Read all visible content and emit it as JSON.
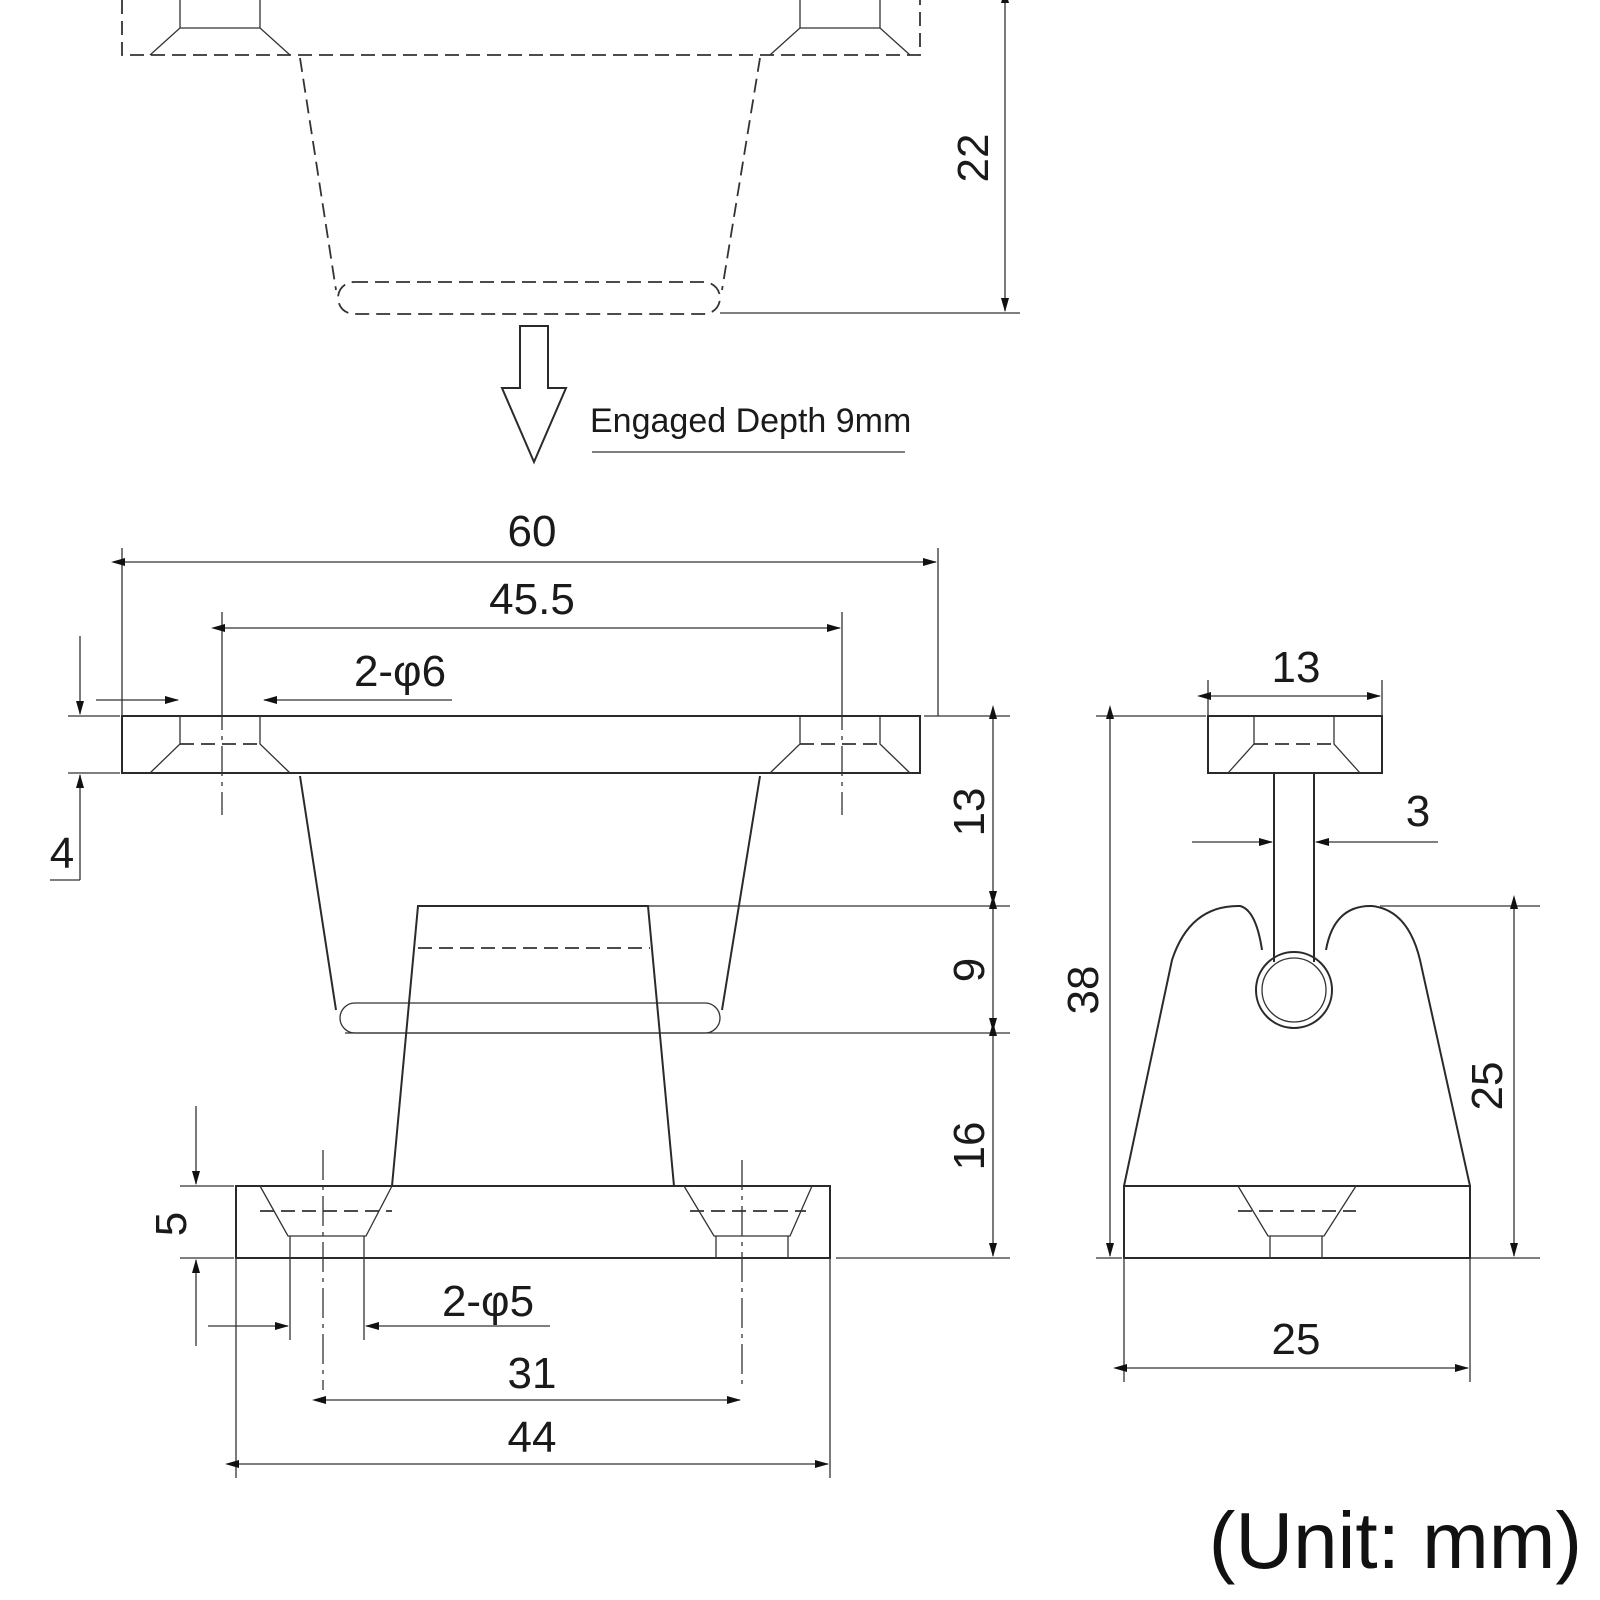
{
  "note": "Engaged Depth 9mm",
  "unit_label": "(Unit: mm)",
  "dims": {
    "upper_height": "22",
    "overall_width": "60",
    "hole_spacing_top": "45.5",
    "top_holes": "2-φ6",
    "top_flange": "4",
    "upper_section": "13",
    "engaged": "9",
    "lower_section": "16",
    "bottom_flange": "5",
    "bottom_holes": "2-φ5",
    "hole_spacing_bottom": "31",
    "bottom_width": "44",
    "side_top_width": "13",
    "stem_width": "3",
    "side_height": "38",
    "side_lower_height": "25",
    "side_base_width": "25"
  }
}
